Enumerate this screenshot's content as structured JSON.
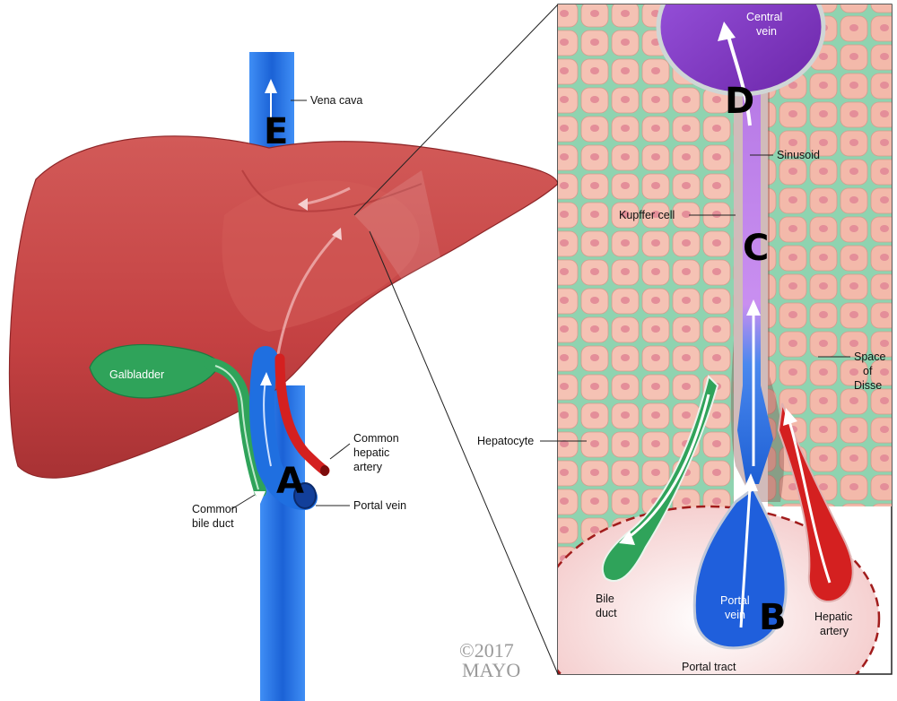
{
  "labels": {
    "vena_cava": "Vena cava",
    "galbladder": "Galbladder",
    "common_hepatic_artery": [
      "Common",
      "hepatic",
      "artery"
    ],
    "common_bile_duct": [
      "Common",
      "bile duct"
    ],
    "portal_vein": "Portal vein",
    "central_vein": [
      "Central",
      "vein"
    ],
    "sinusoid": "Sinusoid",
    "kupffer_cell": "Kupffer cell",
    "space_of_disse": [
      "Space",
      "of",
      "Disse"
    ],
    "hepatocyte": "Hepatocyte",
    "bile_duct": [
      "Bile",
      "duct"
    ],
    "portal_vein_tract": [
      "Portal",
      "vein"
    ],
    "hepatic_artery": [
      "Hepatic",
      "artery"
    ],
    "portal_tract": "Portal tract"
  },
  "letters": {
    "a": "A",
    "b": "B",
    "c": "C",
    "d": "D",
    "e": "E"
  },
  "copyright": [
    "©2017",
    "MAYO"
  ],
  "colors": {
    "liver": "#c94545",
    "liver_dark": "#9e2d2f",
    "vein_blue": "#1f6fe0",
    "artery_red": "#d42020",
    "bile_green": "#2fa35a",
    "central_vein_purple": "#8a3fd0",
    "hepatocyte": "#f3b8a8"
  }
}
